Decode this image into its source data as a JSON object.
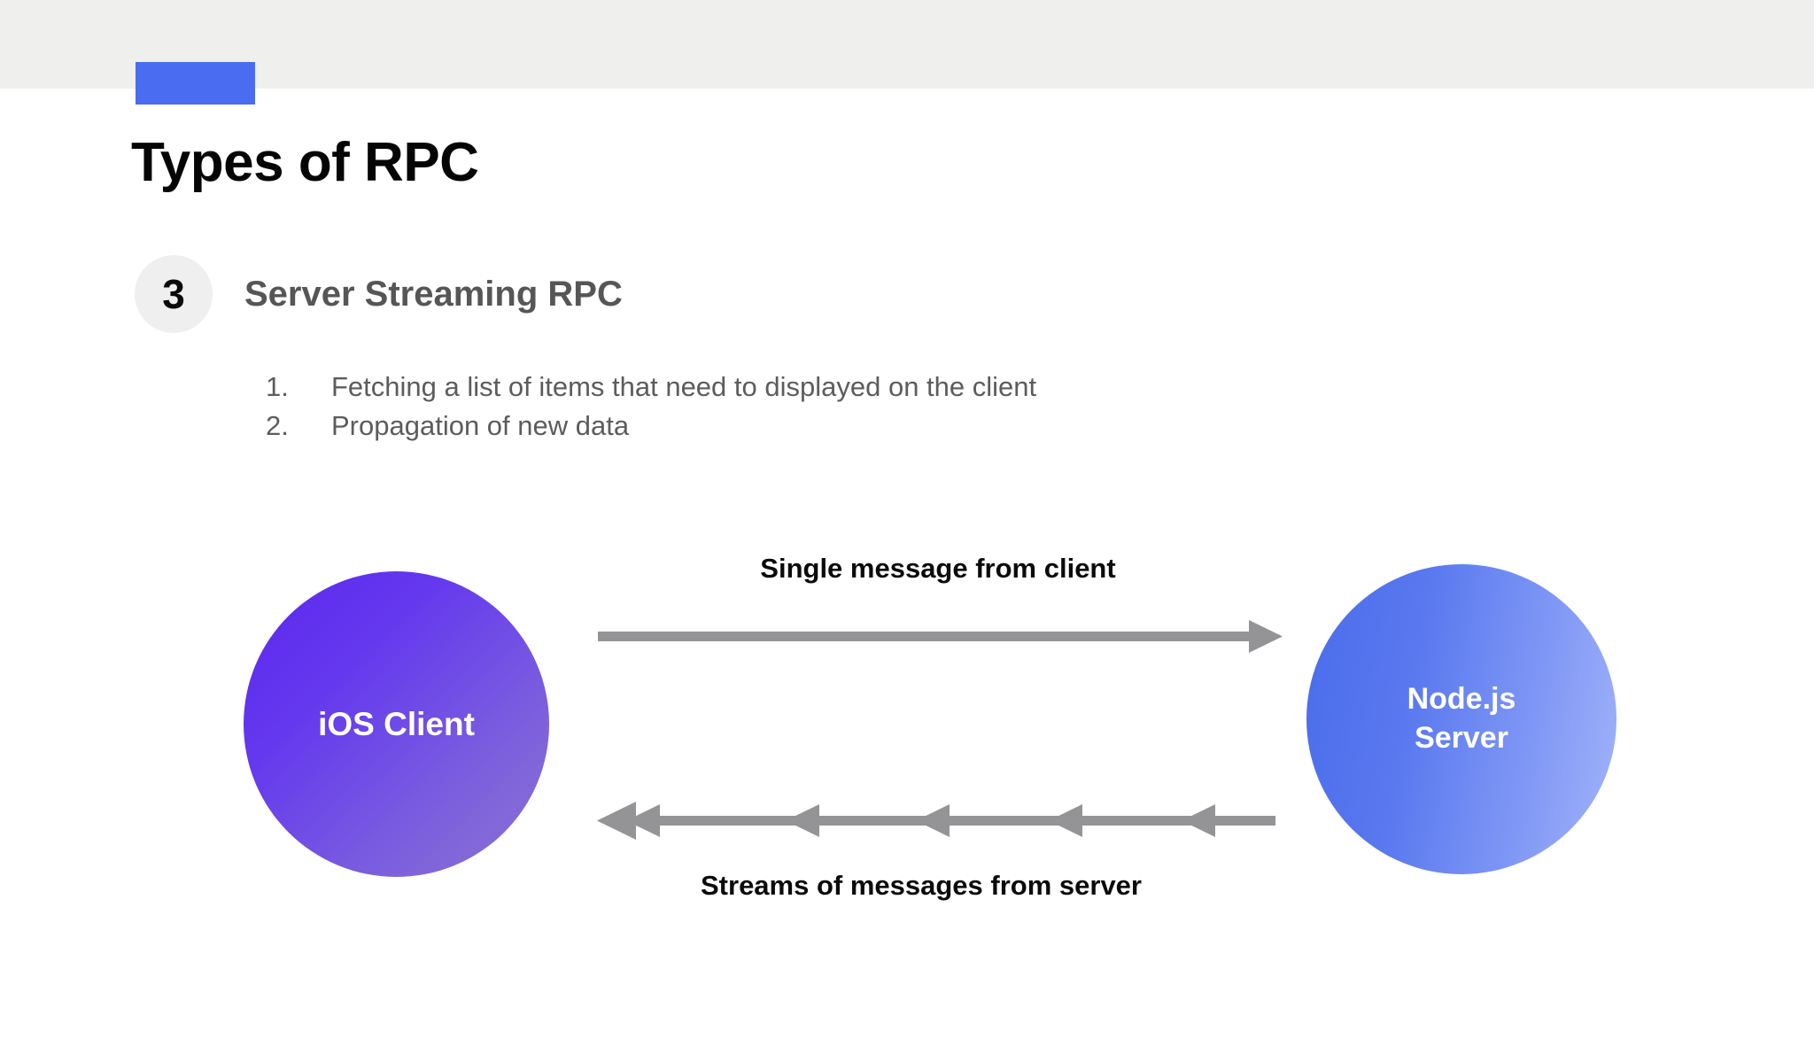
{
  "slide": {
    "title": "Types of RPC",
    "accent_color": "#4a6cf0",
    "header_band_color": "#efefed"
  },
  "section": {
    "number": "3",
    "title": "Server Streaming RPC",
    "badge_bg": "#efefef",
    "title_color": "#565656"
  },
  "list": {
    "items": [
      {
        "marker": "1.",
        "text": "Fetching a list of items that need to displayed on the client"
      },
      {
        "marker": "2.",
        "text": "Propagation of new data"
      }
    ]
  },
  "diagram": {
    "client_node": {
      "label": "iOS Client",
      "gradient_from": "#5b27ef",
      "gradient_to": "#8a74cf"
    },
    "server_node": {
      "label_line1": "Node.js",
      "label_line2": "Server",
      "gradient_from": "#4a6ceb",
      "gradient_to": "#a3b4fa"
    },
    "top_flow": {
      "label": "Single message from client",
      "direction": "client-to-server",
      "arrowhead_count": 1,
      "line_color": "#949497"
    },
    "bottom_flow": {
      "label": "Streams of messages from server",
      "direction": "server-to-client",
      "arrowhead_count": 5,
      "line_color": "#949497"
    }
  }
}
